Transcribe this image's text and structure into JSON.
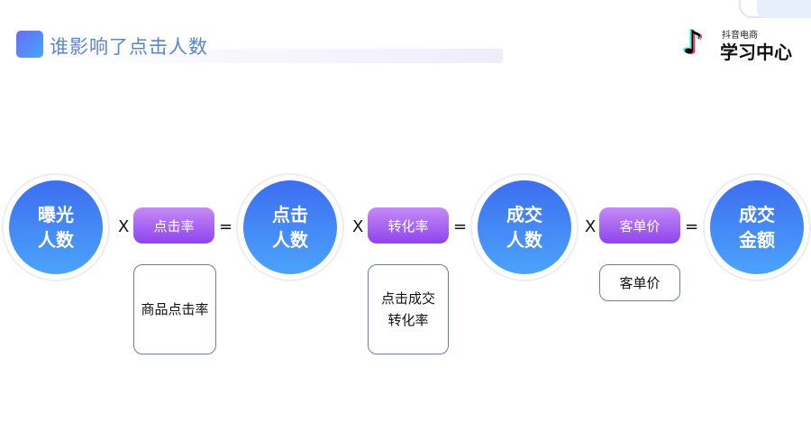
{
  "header": {
    "title": "谁影响了点击人数",
    "logo_sub": "抖音电商",
    "logo_main": "学习中心"
  },
  "formula": {
    "nodes": [
      {
        "line1": "曝光",
        "line2": "人数"
      },
      {
        "line1": "点击",
        "line2": "人数"
      },
      {
        "line1": "成交",
        "line2": "人数"
      },
      {
        "line1": "成交",
        "line2": "金额"
      }
    ],
    "multiply": "X",
    "equals": "=",
    "factors": [
      {
        "label": "点击率",
        "detail": "商品点击率"
      },
      {
        "label": "转化率",
        "detail_line1": "点击成交",
        "detail_line2": "转化率"
      },
      {
        "label": "客单价",
        "detail": "客单价"
      }
    ]
  }
}
